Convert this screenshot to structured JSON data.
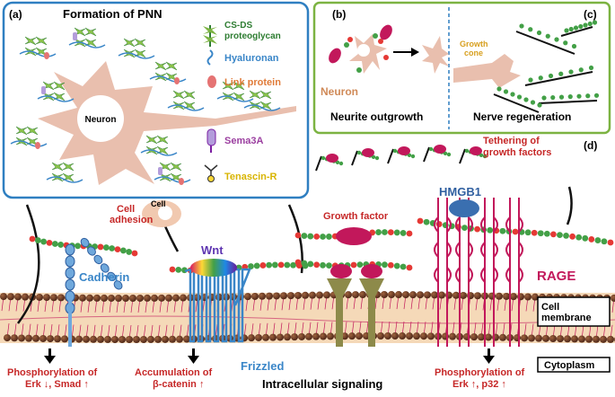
{
  "panel_a": {
    "tag": "(a)",
    "title": "Formation of PNN",
    "neuron": "Neuron",
    "legend": [
      {
        "id": "csds",
        "label": "CS-DS\nproteoglycan",
        "color": "#2e7d32"
      },
      {
        "id": "hyaluronan",
        "label": "Hyaluronan",
        "color": "#3a86c8"
      },
      {
        "id": "link",
        "label": "Link protein",
        "color": "#e07b39"
      },
      {
        "id": "sema3a",
        "label": "Sema3A",
        "color": "#9b3fa0"
      },
      {
        "id": "tenascin",
        "label": "Tenascin-R",
        "color": "#d8b400"
      }
    ]
  },
  "panel_b": {
    "tag": "(b)",
    "neuron": "Neuron",
    "caption": "Neurite outgrowth"
  },
  "panel_c": {
    "tag": "(c)",
    "growth_cone": "Growth\ncone",
    "caption": "Nerve regeneration"
  },
  "panel_d": {
    "tag": "(d)",
    "caption": "Tethering of\ngrowth factors"
  },
  "lower": {
    "cell_adhesion": "Cell\nadhesion",
    "cell": "Cell",
    "cadherin": "Cadherin",
    "wnt": "Wnt",
    "frizzled": "Frizzled",
    "growth_factor": "Growth factor",
    "hmgb1": "HMGB1",
    "rage": "RAGE",
    "cell_membrane": "Cell\nmembrane",
    "cytoplasm": "Cytoplasm",
    "intracellular": "Intracellular signaling",
    "out1": "Phosphorylation of\nErk ↓, Smad ↑",
    "out2": "Accumulation of\nβ-catenin ↑",
    "out3": "Phosphorylation of\nErk ↑, p32 ↑"
  },
  "colors": {
    "panel_a_border": "#2f7fc1",
    "panel_bc_border": "#7cb342",
    "neuron_fill": "#e9bfae",
    "text_red": "#c62828",
    "rage": "#c2185b",
    "membrane_head": "#6b3c2a",
    "bead_green": "#43a047",
    "bead_red": "#e53935"
  }
}
